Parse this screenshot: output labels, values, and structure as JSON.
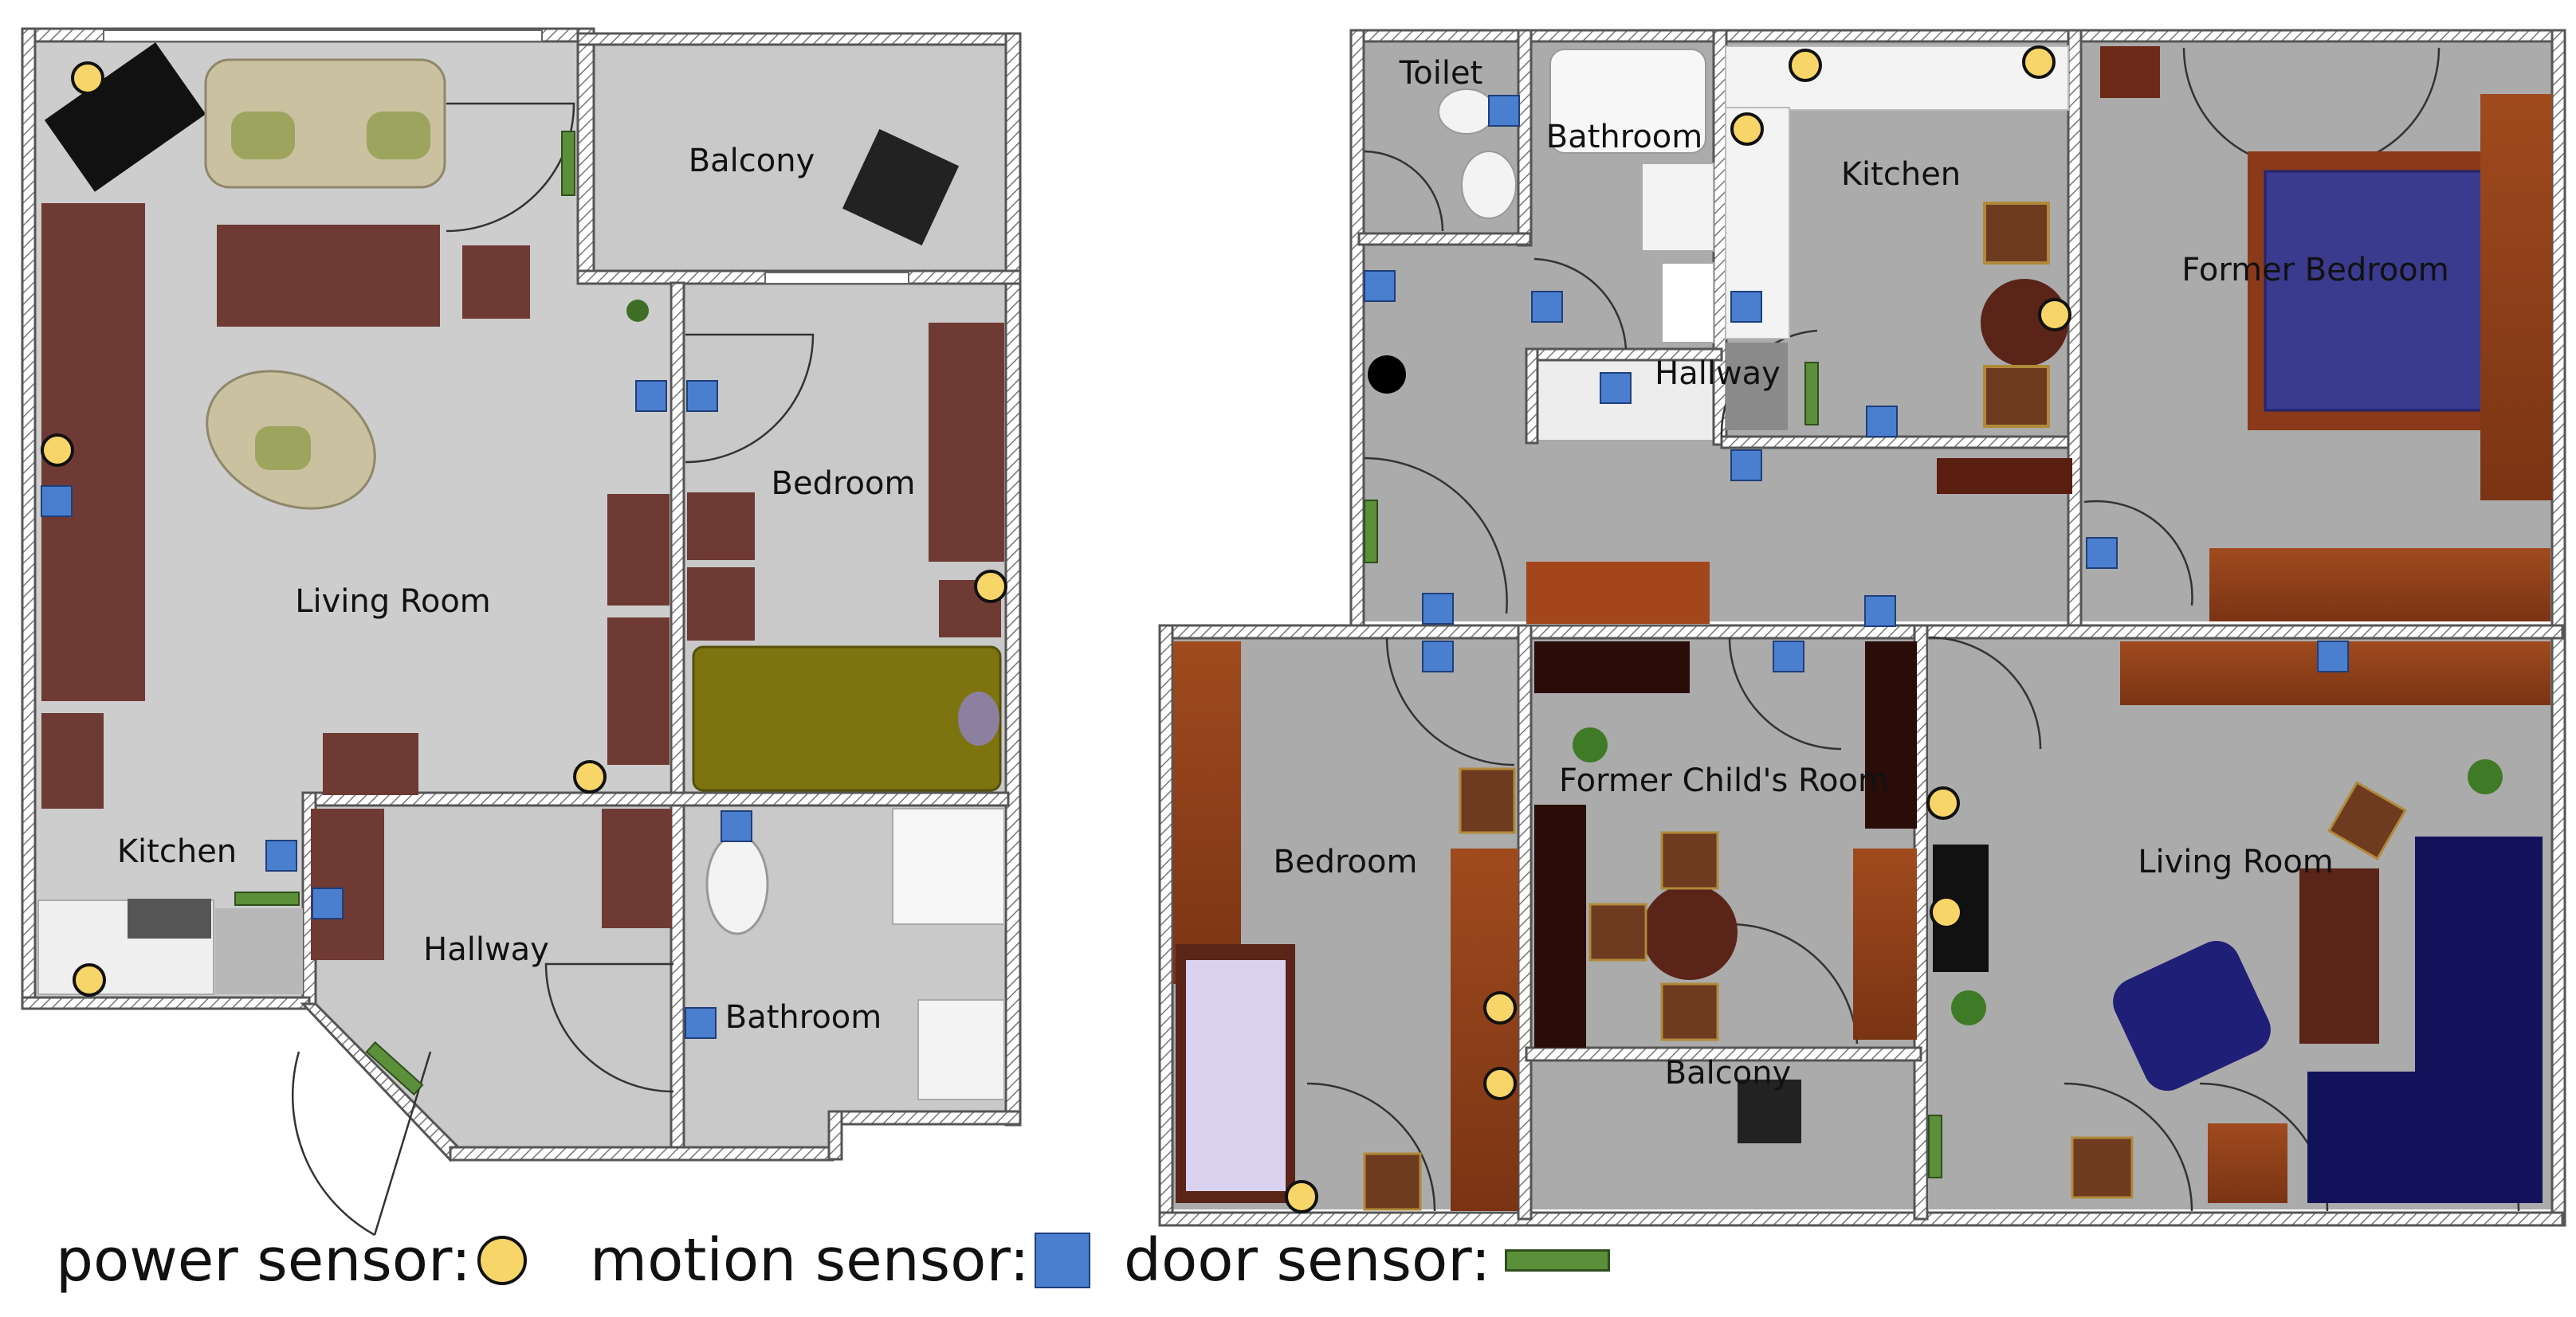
{
  "rooms_left": {
    "balcony": "Balcony",
    "bedroom": "Bedroom",
    "living_room": "Living Room",
    "kitchen": "Kitchen",
    "hallway": "Hallway",
    "bathroom": "Bathroom"
  },
  "rooms_right": {
    "toilet": "Toilet",
    "bathroom": "Bathroom",
    "kitchen": "Kitchen",
    "former_bedroom": "Former Bedroom",
    "hallway": "Hallway",
    "bedroom": "Bedroom",
    "former_childs_room": "Former Child's Room",
    "living_room": "Living Room",
    "balcony": "Balcony"
  },
  "legend": {
    "power": "power sensor:",
    "motion": "motion sensor:",
    "door": "door sensor:"
  },
  "colors": {
    "power_sensor": "#f8d568",
    "motion_sensor": "#4a7fd0",
    "door_sensor": "#5c8f3a",
    "floor_light": "#cfcfcf",
    "floor_dark": "#a9a9a9",
    "furniture": "#6e3a33"
  }
}
